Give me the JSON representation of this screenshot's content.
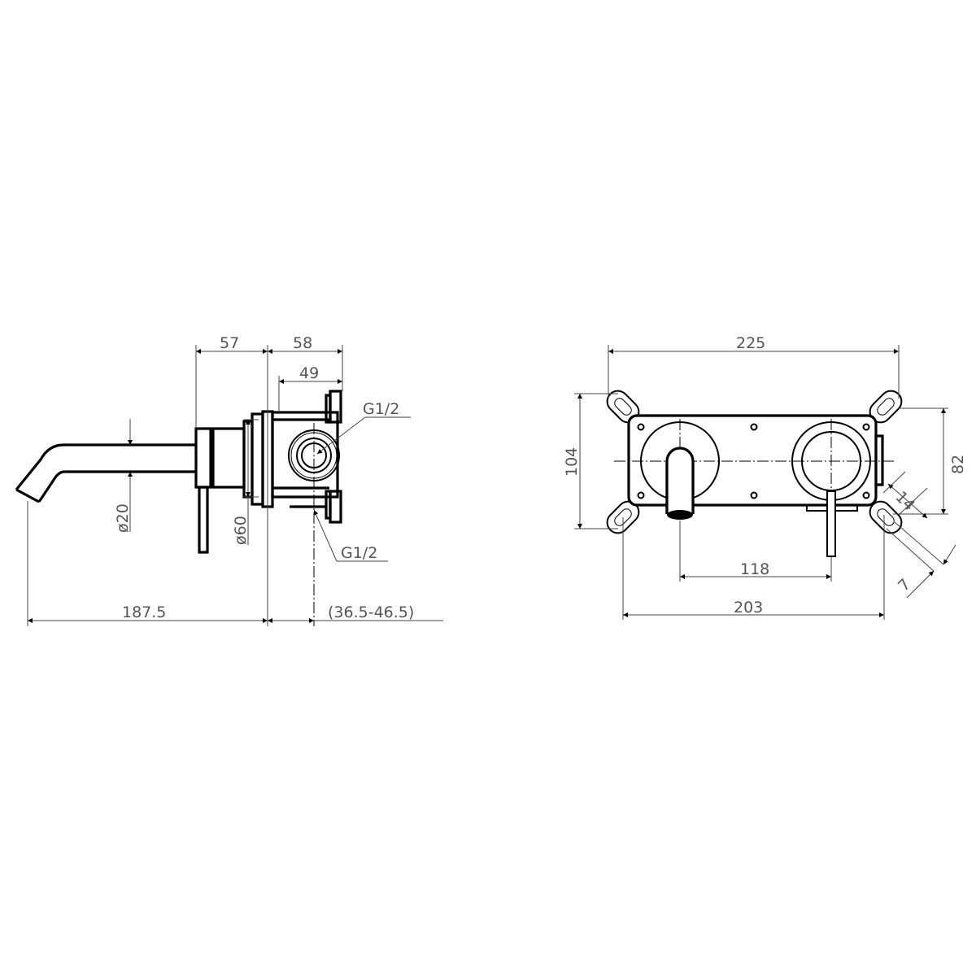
{
  "drawing": {
    "title": "Wall-mounted basin mixer with concealed body - technical drawing",
    "side_view": {
      "dims": {
        "spout_to_handle": "57",
        "body_depth": "58",
        "box_depth": "49",
        "spout_diameter": "ø20",
        "escutcheon_diameter": "ø60",
        "total_projection": "187.5",
        "wall_depth_range": "(36.5-46.5)"
      },
      "callouts": {
        "outlet_thread": "G1/2",
        "inlet_thread": "G1/2"
      }
    },
    "front_view": {
      "dims": {
        "overall_width": "225",
        "overall_height": "104",
        "plate_height": "82",
        "slot_width": "14",
        "slot_length": "7",
        "spout_to_lever": "118",
        "bracket_spacing": "203"
      }
    }
  }
}
